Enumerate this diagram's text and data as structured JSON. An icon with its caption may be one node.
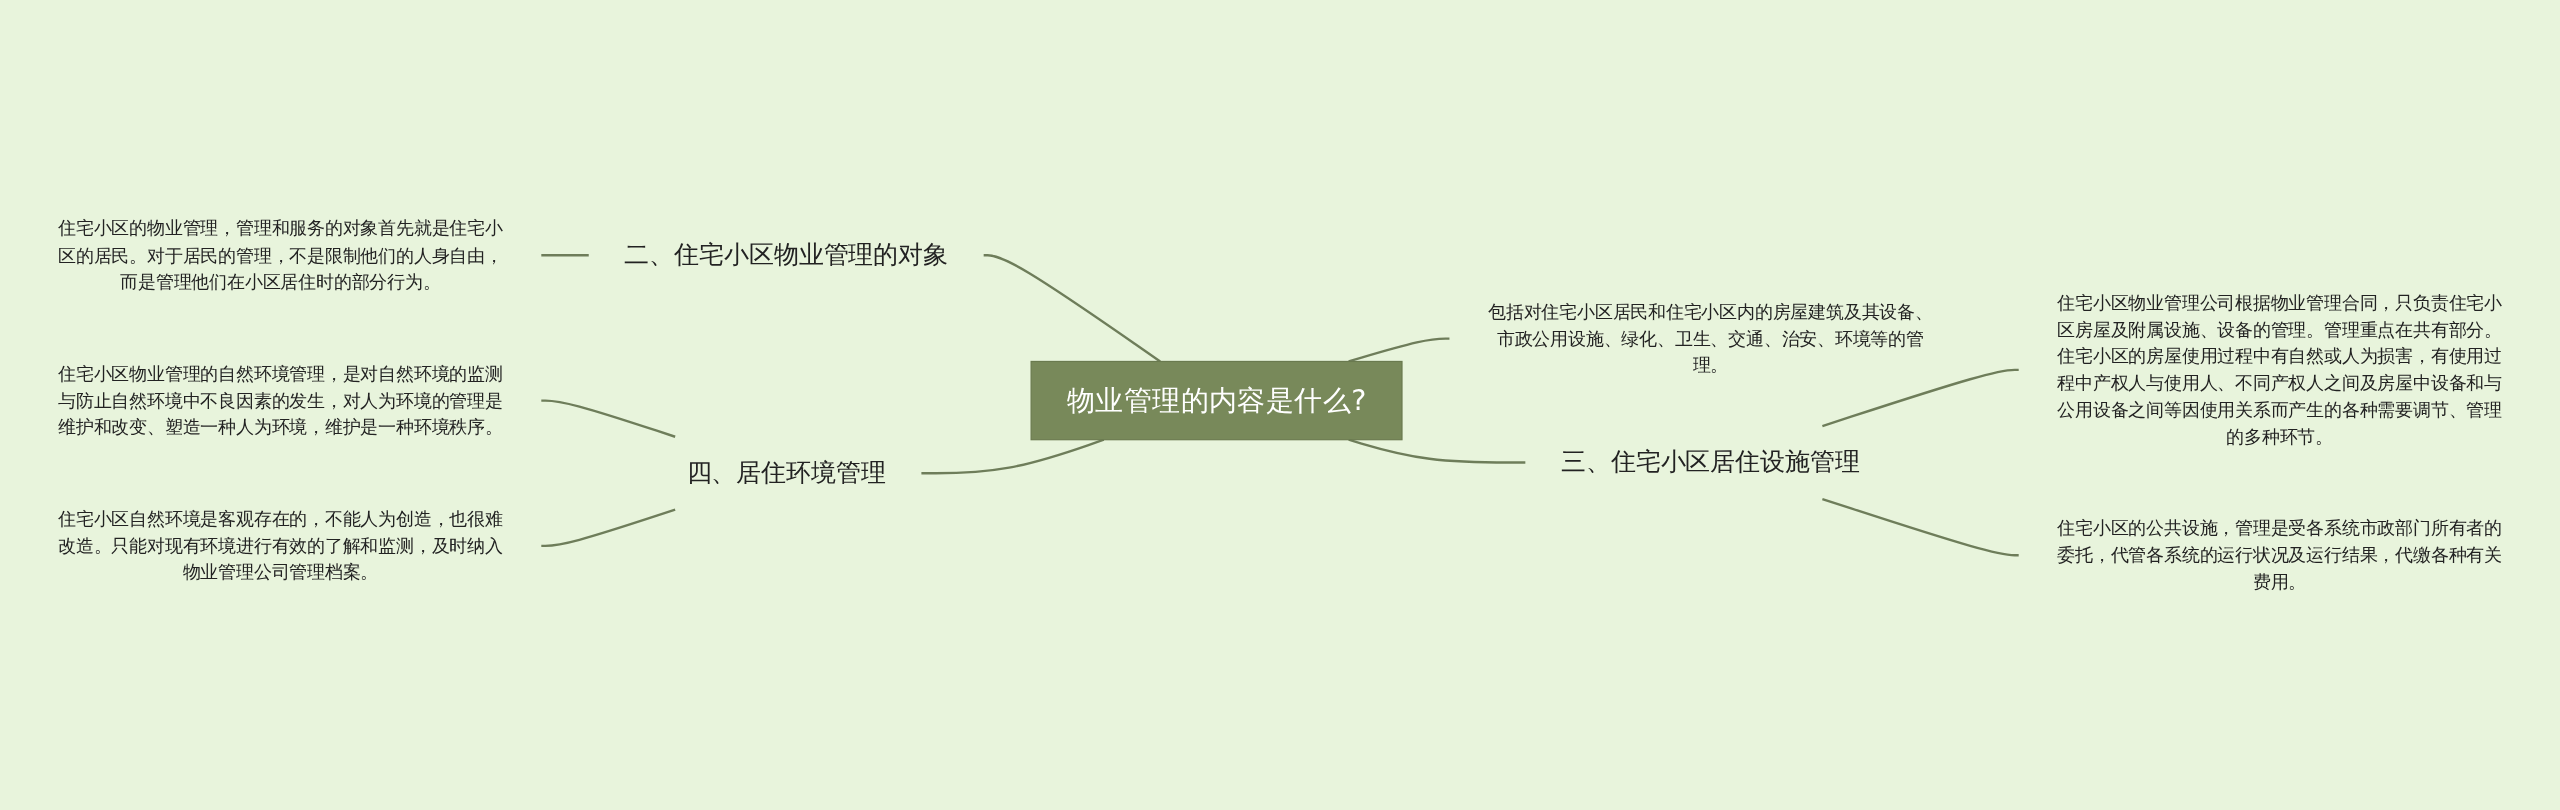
{
  "diagram": {
    "nodes": [
      {
        "text": [
          "物业管理的内容是什么?"
        ]
      },
      {
        "text": [
          "包括对住宅小区居民和住宅小区内的房屋建筑及其设备、市政公用设施、绿化、卫生、交通、治安、环境等的管理。"
        ]
      },
      {
        "text": [
          "三、住宅小区居住设施管理"
        ]
      },
      {
        "text": [
          "住宅小区物业管理公司根据物业管理合同，只负责住宅小区房屋及附属设施、设备的管理。管理重点在共有部分。住宅小区的房屋使用过程中有自然或人为损害，有使用过程中产权人与使用人、不同产权人之间及房屋中设备和与公用设备之间等因使用关系而产生的各种需要调节、管理的多种环节。"
        ]
      },
      {
        "text": [
          "住宅小区的公共设施，管理是受各系统市政部门所有者的委托，代管各系统的运行状况及运行结果，代缴各种有关费用。"
        ]
      },
      {
        "text": [
          "二、住宅小区物业管理的对象"
        ]
      },
      {
        "text": [
          "住宅小区的物业管理，管理和服务的对象首先就是住宅小区的居民。对于居民的管理，不是限制他们的人身自由，而是管理他们在小区居住时的部分行为。"
        ]
      },
      {
        "text": [
          "四、居住环境管理"
        ]
      },
      {
        "text": [
          "住宅小区物业管理的自然环境管理，是对自然环境的监测与防止自然环境中不良因素的发生，对人为环境的管理是维护和改变、塑造一种人为环境，维护是一种环境秩序。"
        ]
      },
      {
        "text": [
          "住宅小区自然环境是客观存在的，不能人为创造，也很难改造。只能对现有环境进行有效的了解和监测，及时纳入物业管理公司管理档案。"
        ]
      }
    ],
    "edges": [
      {
        "from": 0,
        "to": 1,
        "arrow": "none"
      },
      {
        "from": 0,
        "to": 2,
        "arrow": "none"
      },
      {
        "from": 2,
        "to": 3,
        "arrow": "none"
      },
      {
        "from": 2,
        "to": 4,
        "arrow": "none"
      },
      {
        "from": 5,
        "to": 0,
        "arrow": "none"
      },
      {
        "from": 6,
        "to": 5,
        "arrow": "none"
      },
      {
        "from": 7,
        "to": 0,
        "arrow": "none"
      },
      {
        "from": 8,
        "to": 7,
        "arrow": "none"
      },
      {
        "from": 9,
        "to": 7,
        "arrow": "none"
      }
    ]
  }
}
